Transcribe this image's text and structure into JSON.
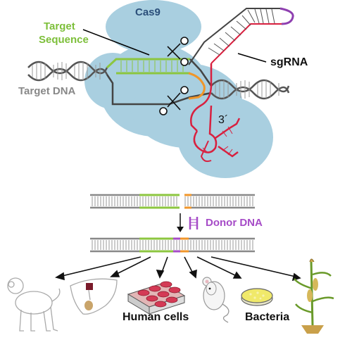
{
  "labels": {
    "cas9": "Cas9",
    "target_sequence_line1": "Target",
    "target_sequence_line2": "Sequence",
    "sgrna": "sgRNA",
    "target_dna": "Target DNA",
    "three_prime": "3´",
    "donor_dna": "Donor DNA",
    "human_cells": "Human cells",
    "bacteria": "Bacteria"
  },
  "colors": {
    "cas9_body": "#a9cfe0",
    "cas9_label": "#2b4f7a",
    "target_green": "#8cc63f",
    "target_label": "#7dbf3a",
    "dna_gray": "#777777",
    "sgrna_red": "#d8203f",
    "sgrna_purple": "#8e3fb0",
    "pam_orange": "#f0962a",
    "donor_purple": "#a64bc7",
    "arrow": "#111111"
  },
  "icons": [
    "monkey-icon",
    "liver-icon",
    "cell-culture-plate-icon",
    "mouse-icon",
    "petri-dish-icon",
    "plant-icon",
    "scissors-icon"
  ]
}
